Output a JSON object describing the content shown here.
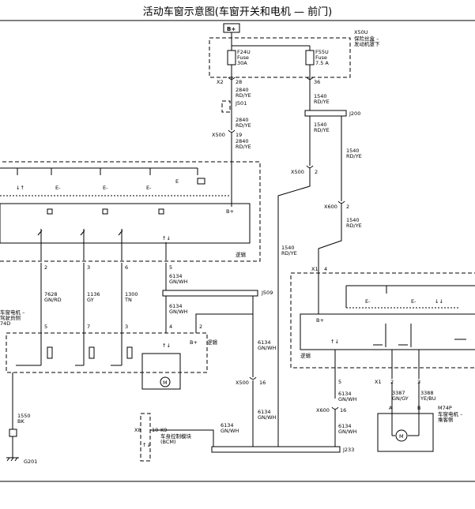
{
  "title": "活动车窗示意图(车窗开关和电机 — 前门)",
  "labels": {
    "bplus_top": "B+",
    "x50u": "X50U",
    "x50u_desc1": "保险丝盒 –",
    "x50u_desc2": "发动机罩下",
    "f24u": "F24U",
    "f24u_fuse": "Fuse",
    "f24u_amp": "30A",
    "f55u": "F55U",
    "f55u_fuse": "Fuse",
    "f55u_amp": "7.5 A",
    "x2": "X2",
    "pin28": "28",
    "pin36": "36",
    "w2840a": "2840",
    "rdye_a": "RD/YE",
    "j501": "J501",
    "w2840b": "2840",
    "rdye_b": "RD/YE",
    "x500_a": "X500",
    "pin19": "19",
    "w2840c": "2840",
    "rdye_c": "RD/YE",
    "w1540a": "1540",
    "rdye_d": "RD/YE",
    "j200": "J200",
    "w1540b": "1540",
    "rdye_e": "RD/YE",
    "w1540c": "1540",
    "rdye_f": "RD/YE",
    "x500_b": "X500",
    "pin2a": "2",
    "x600_a": "X600",
    "pin2b": "2",
    "w1540d": "1540",
    "rdye_g": "RD/YE",
    "bplus_left": "B+",
    "logic_left": "逻辑",
    "w1540e": "1540",
    "rdye_h": "RD/YE",
    "x1_right": "X1",
    "pin4_right": "4",
    "pin_2": "2",
    "pin_3": "3",
    "pin_6": "6",
    "pin_5": "5",
    "w7628": "7628",
    "gnrd": "GN/RD",
    "w1136": "1136",
    "gy": "GY",
    "w1300": "1300",
    "tn": "TN",
    "w6134a": "6134",
    "gnwh_a": "GN/WH",
    "j509": "J509",
    "w6134b": "6134",
    "gnwh_b": "GN/WH",
    "motor_left1": "车窗电机 –",
    "motor_left2": "驾驶员侧",
    "m74d": "74D",
    "p5": "5",
    "p7": "7",
    "p3": "3",
    "p4": "4",
    "p2": "2",
    "bplus_m": "B+",
    "logic_m": "逻辑",
    "w6134c": "6134",
    "gnwh_c": "GN/WH",
    "x500_c": "X500",
    "pin16a": "16",
    "w6134d": "6134",
    "gnwh_d": "GN/WH",
    "w1550": "1550",
    "bk": "BK",
    "g201": "G201",
    "x8": "X8",
    "pin10": "10",
    "k9": "K9",
    "bcm1": "车身控制模块",
    "bcm2": "(BCM)",
    "w6134e": "6134",
    "gnwh_e": "GN/WH",
    "j233": "J233",
    "bplus_right": "B+",
    "logic_right": "逻辑",
    "pin5_right": "5",
    "w6134f": "6134",
    "gnwh_f": "GN/WH",
    "x600_b": "X600",
    "pin16b": "16",
    "w6134g": "6134",
    "gnwh_g": "GN/WH",
    "x1_r2": "X1",
    "r2": "2",
    "r3": "3",
    "w3387": "3387",
    "gngy": "GN/GY",
    "w3388": "3388",
    "yebu": "YE/BU",
    "pa": "A",
    "pb": "B",
    "m74p": "M74P",
    "m74p_desc1": "车窗电机 –",
    "m74p_desc2": "乘客侧",
    "motor_m": "M"
  }
}
